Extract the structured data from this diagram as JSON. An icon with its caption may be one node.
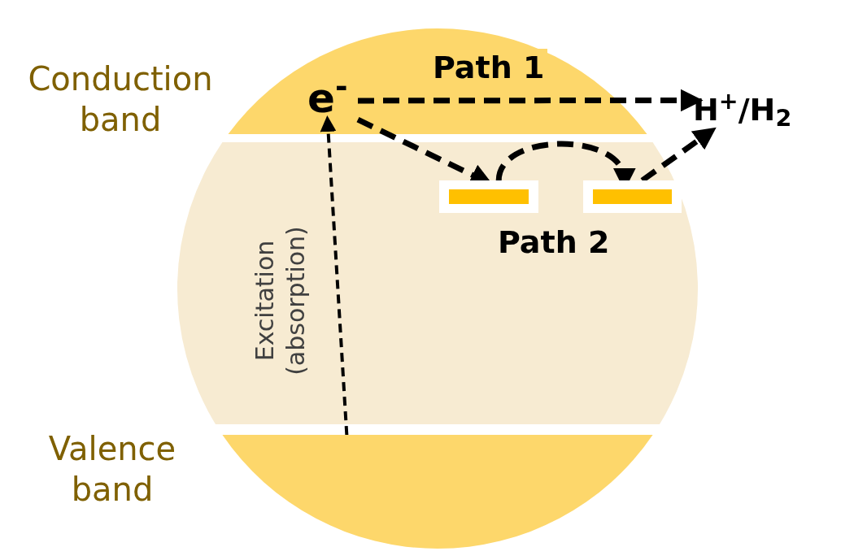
{
  "diagram": {
    "nodes": [
      {
        "text": [
          "Conduction band"
        ]
      },
      {
        "text": [
          "Valence band"
        ]
      },
      {
        "text": [
          "e$^{-}$"
        ],
        "in": 0
      },
      {
        "text": [
          "H$^{+}$/H$_{2}$"
        ]
      },
      {
        "text": [],
        "shape": "bar"
      },
      {
        "text": [],
        "shape": "bar"
      }
    ],
    "edges": [
      {
        "from": 2,
        "to": 3,
        "arrow": "to",
        "label": "Path 1",
        "style": "dashed"
      },
      {
        "from": 2,
        "to": 4,
        "arrow": "to",
        "style": "dashed"
      },
      {
        "from": 4,
        "to": 5,
        "arrow": "to",
        "style": "dashed"
      },
      {
        "from": 5,
        "to": 3,
        "arrow": "to",
        "style": "dashed"
      },
      {
        "from": 1,
        "to": 2,
        "arrow": "to",
        "label": "Excitation (absorption)",
        "style": "dashed"
      }
    ],
    "labels": [
      "Path 2"
    ]
  }
}
